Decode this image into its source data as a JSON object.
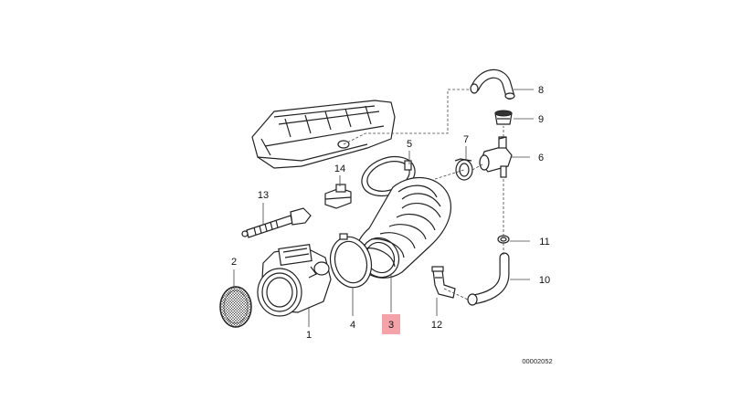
{
  "diagram": {
    "reference_code": "00002052",
    "highlight_color": "#f4a3a8",
    "callouts": [
      {
        "id": "1",
        "label": "1"
      },
      {
        "id": "2",
        "label": "2"
      },
      {
        "id": "3",
        "label": "3",
        "highlighted": true
      },
      {
        "id": "4",
        "label": "4"
      },
      {
        "id": "5",
        "label": "5"
      },
      {
        "id": "6",
        "label": "6"
      },
      {
        "id": "7",
        "label": "7"
      },
      {
        "id": "8",
        "label": "8"
      },
      {
        "id": "9",
        "label": "9"
      },
      {
        "id": "10",
        "label": "10"
      },
      {
        "id": "11",
        "label": "11"
      },
      {
        "id": "12",
        "label": "12"
      },
      {
        "id": "13",
        "label": "13"
      },
      {
        "id": "14",
        "label": "14"
      }
    ]
  }
}
